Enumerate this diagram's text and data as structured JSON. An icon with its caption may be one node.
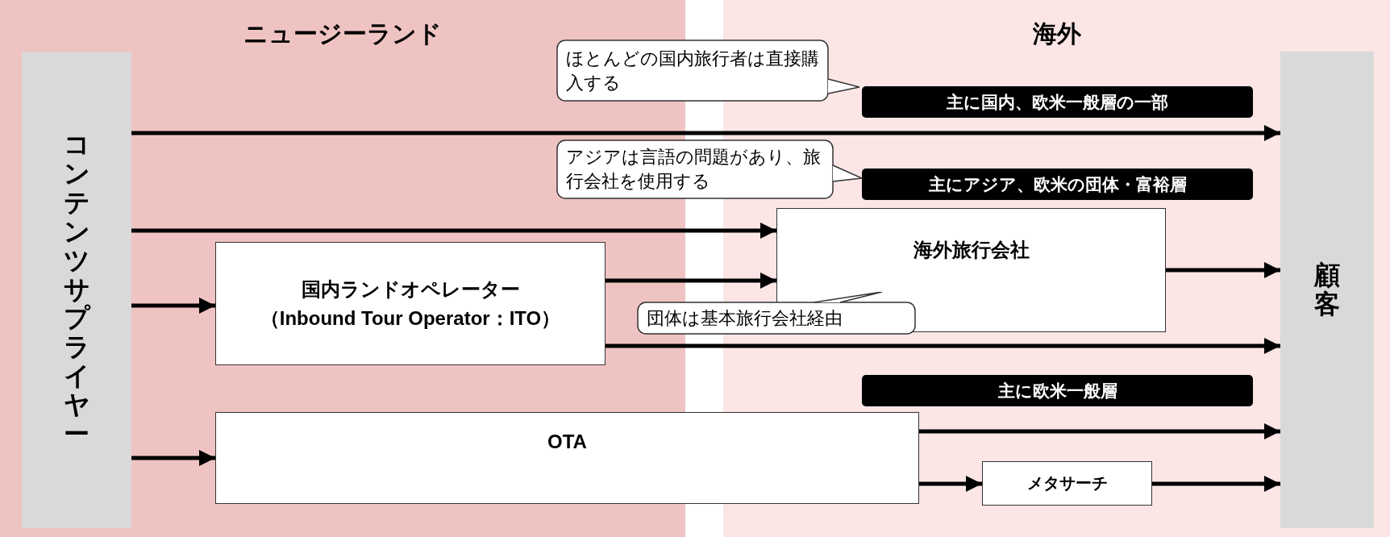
{
  "diagram": {
    "nodes": [
      {
        "text": [
          "ニュージーランド"
        ]
      },
      {
        "text": [
          "海外"
        ]
      },
      {
        "text": [
          "コンテンツサプライヤー"
        ],
        "in": 0
      },
      {
        "text": [
          "顧客"
        ],
        "in": 1
      },
      {
        "text": [
          "ほとんどの国内旅行者は直接購入する"
        ]
      },
      {
        "text": [
          "主に国内、欧米一般層の一部"
        ],
        "in": 1
      },
      {
        "text": [
          "アジアは言語の問題があり、旅行会社を使用する"
        ]
      },
      {
        "text": [
          "主にアジア、欧米の団体・富裕層"
        ],
        "in": 1
      },
      {
        "text": [
          "海外旅行会社"
        ],
        "in": 1
      },
      {
        "text": [
          "国内ランドオペレーター",
          "（Inbound Tour Operator：ITO）"
        ],
        "in": 0
      },
      {
        "text": [
          "団体は基本旅行会社経由"
        ]
      },
      {
        "text": [
          "主に欧米一般層"
        ],
        "in": 1
      },
      {
        "text": [
          "OTA"
        ]
      },
      {
        "text": [
          "メタサーチ"
        ],
        "in": 1
      }
    ],
    "edges": [
      {
        "from": 2,
        "to": 3,
        "arrow": "to"
      },
      {
        "from": 2,
        "to": 8,
        "arrow": "to"
      },
      {
        "from": 2,
        "to": 9,
        "arrow": "to"
      },
      {
        "from": 9,
        "to": 8,
        "arrow": "to"
      },
      {
        "from": 8,
        "to": 3,
        "arrow": "to"
      },
      {
        "from": 9,
        "to": 3,
        "arrow": "to"
      },
      {
        "from": 2,
        "to": 12,
        "arrow": "to"
      },
      {
        "from": 12,
        "to": 3,
        "arrow": "to"
      },
      {
        "from": 12,
        "to": 13,
        "arrow": "to"
      },
      {
        "from": 13,
        "to": 3,
        "arrow": "to"
      }
    ]
  }
}
